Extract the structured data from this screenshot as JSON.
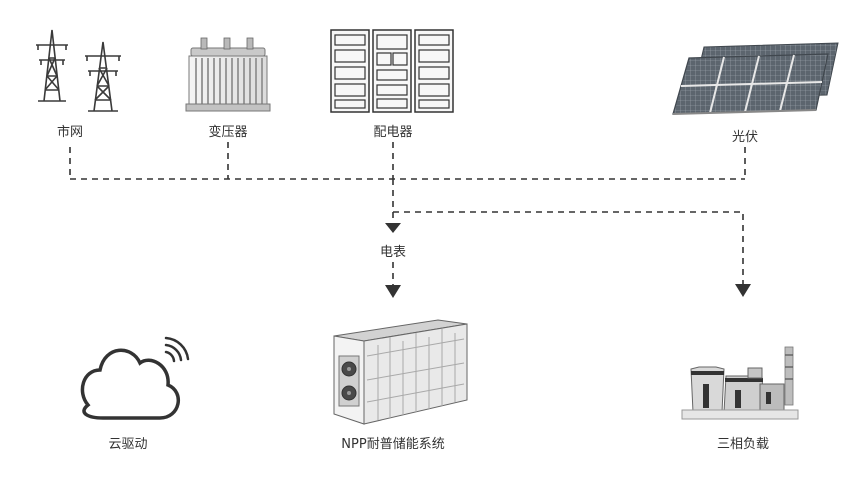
{
  "nodes": {
    "grid": "市网",
    "transformer": "变压器",
    "switchgear": "配电器",
    "pv": "光伏",
    "meter": "电表",
    "cloud": "云驱动",
    "storage": "NPP耐普储能系统",
    "load": "三相负载"
  },
  "colors": {
    "line": "#333333",
    "icon_stroke": "#3a3a3a",
    "icon_fill": "#d8d8d8",
    "panel_dark": "#555e66"
  }
}
